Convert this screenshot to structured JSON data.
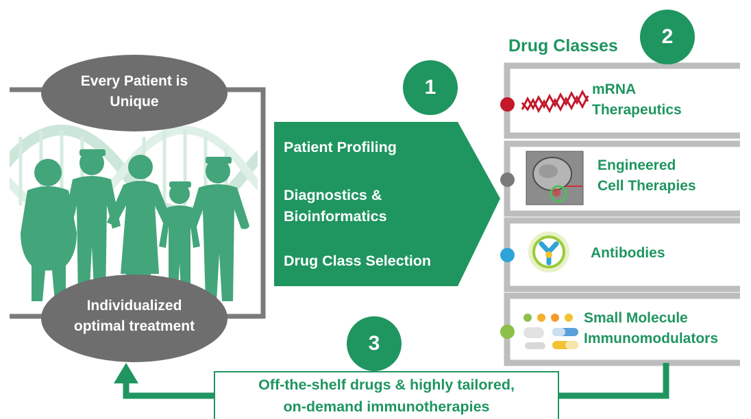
{
  "patient": {
    "top_label_line1": "Every Patient is",
    "top_label_line2": "Unique",
    "bottom_label_line1": "Individualized",
    "bottom_label_line2": "optimal treatment"
  },
  "steps": {
    "one": "1",
    "two": "2",
    "three": "3"
  },
  "process": {
    "items": [
      "Patient Profiling",
      "Diagnostics &",
      "Bioinformatics",
      "Drug Class Selection"
    ]
  },
  "drug_classes": {
    "title": "Drug Classes",
    "items": [
      {
        "line1": "mRNA",
        "line2": "Therapeutics",
        "dot_color": "#c4182c",
        "icon": "mrna-helix-icon"
      },
      {
        "line1": "Engineered",
        "line2": "Cell Therapies",
        "dot_color": "#7a7a7a",
        "icon": "cell-micrograph-icon"
      },
      {
        "line1": "Antibodies",
        "line2": "",
        "dot_color": "#2ea3d8",
        "icon": "antibody-icon"
      },
      {
        "line1": "Small Molecule",
        "line2": "Immunomodulators",
        "dot_color": "#8cc04b",
        "icon": "pills-icon"
      }
    ]
  },
  "feedback": {
    "line1": "Off-the-shelf drugs & highly tailored,",
    "line2": "on-demand immunotherapies"
  },
  "colors": {
    "brand_green": "#1f9560",
    "figure_green": "#43a57a",
    "dna_light": "#cce7da",
    "oval_gray": "#6e6e6e",
    "frame_gray": "#bdbdbd"
  }
}
